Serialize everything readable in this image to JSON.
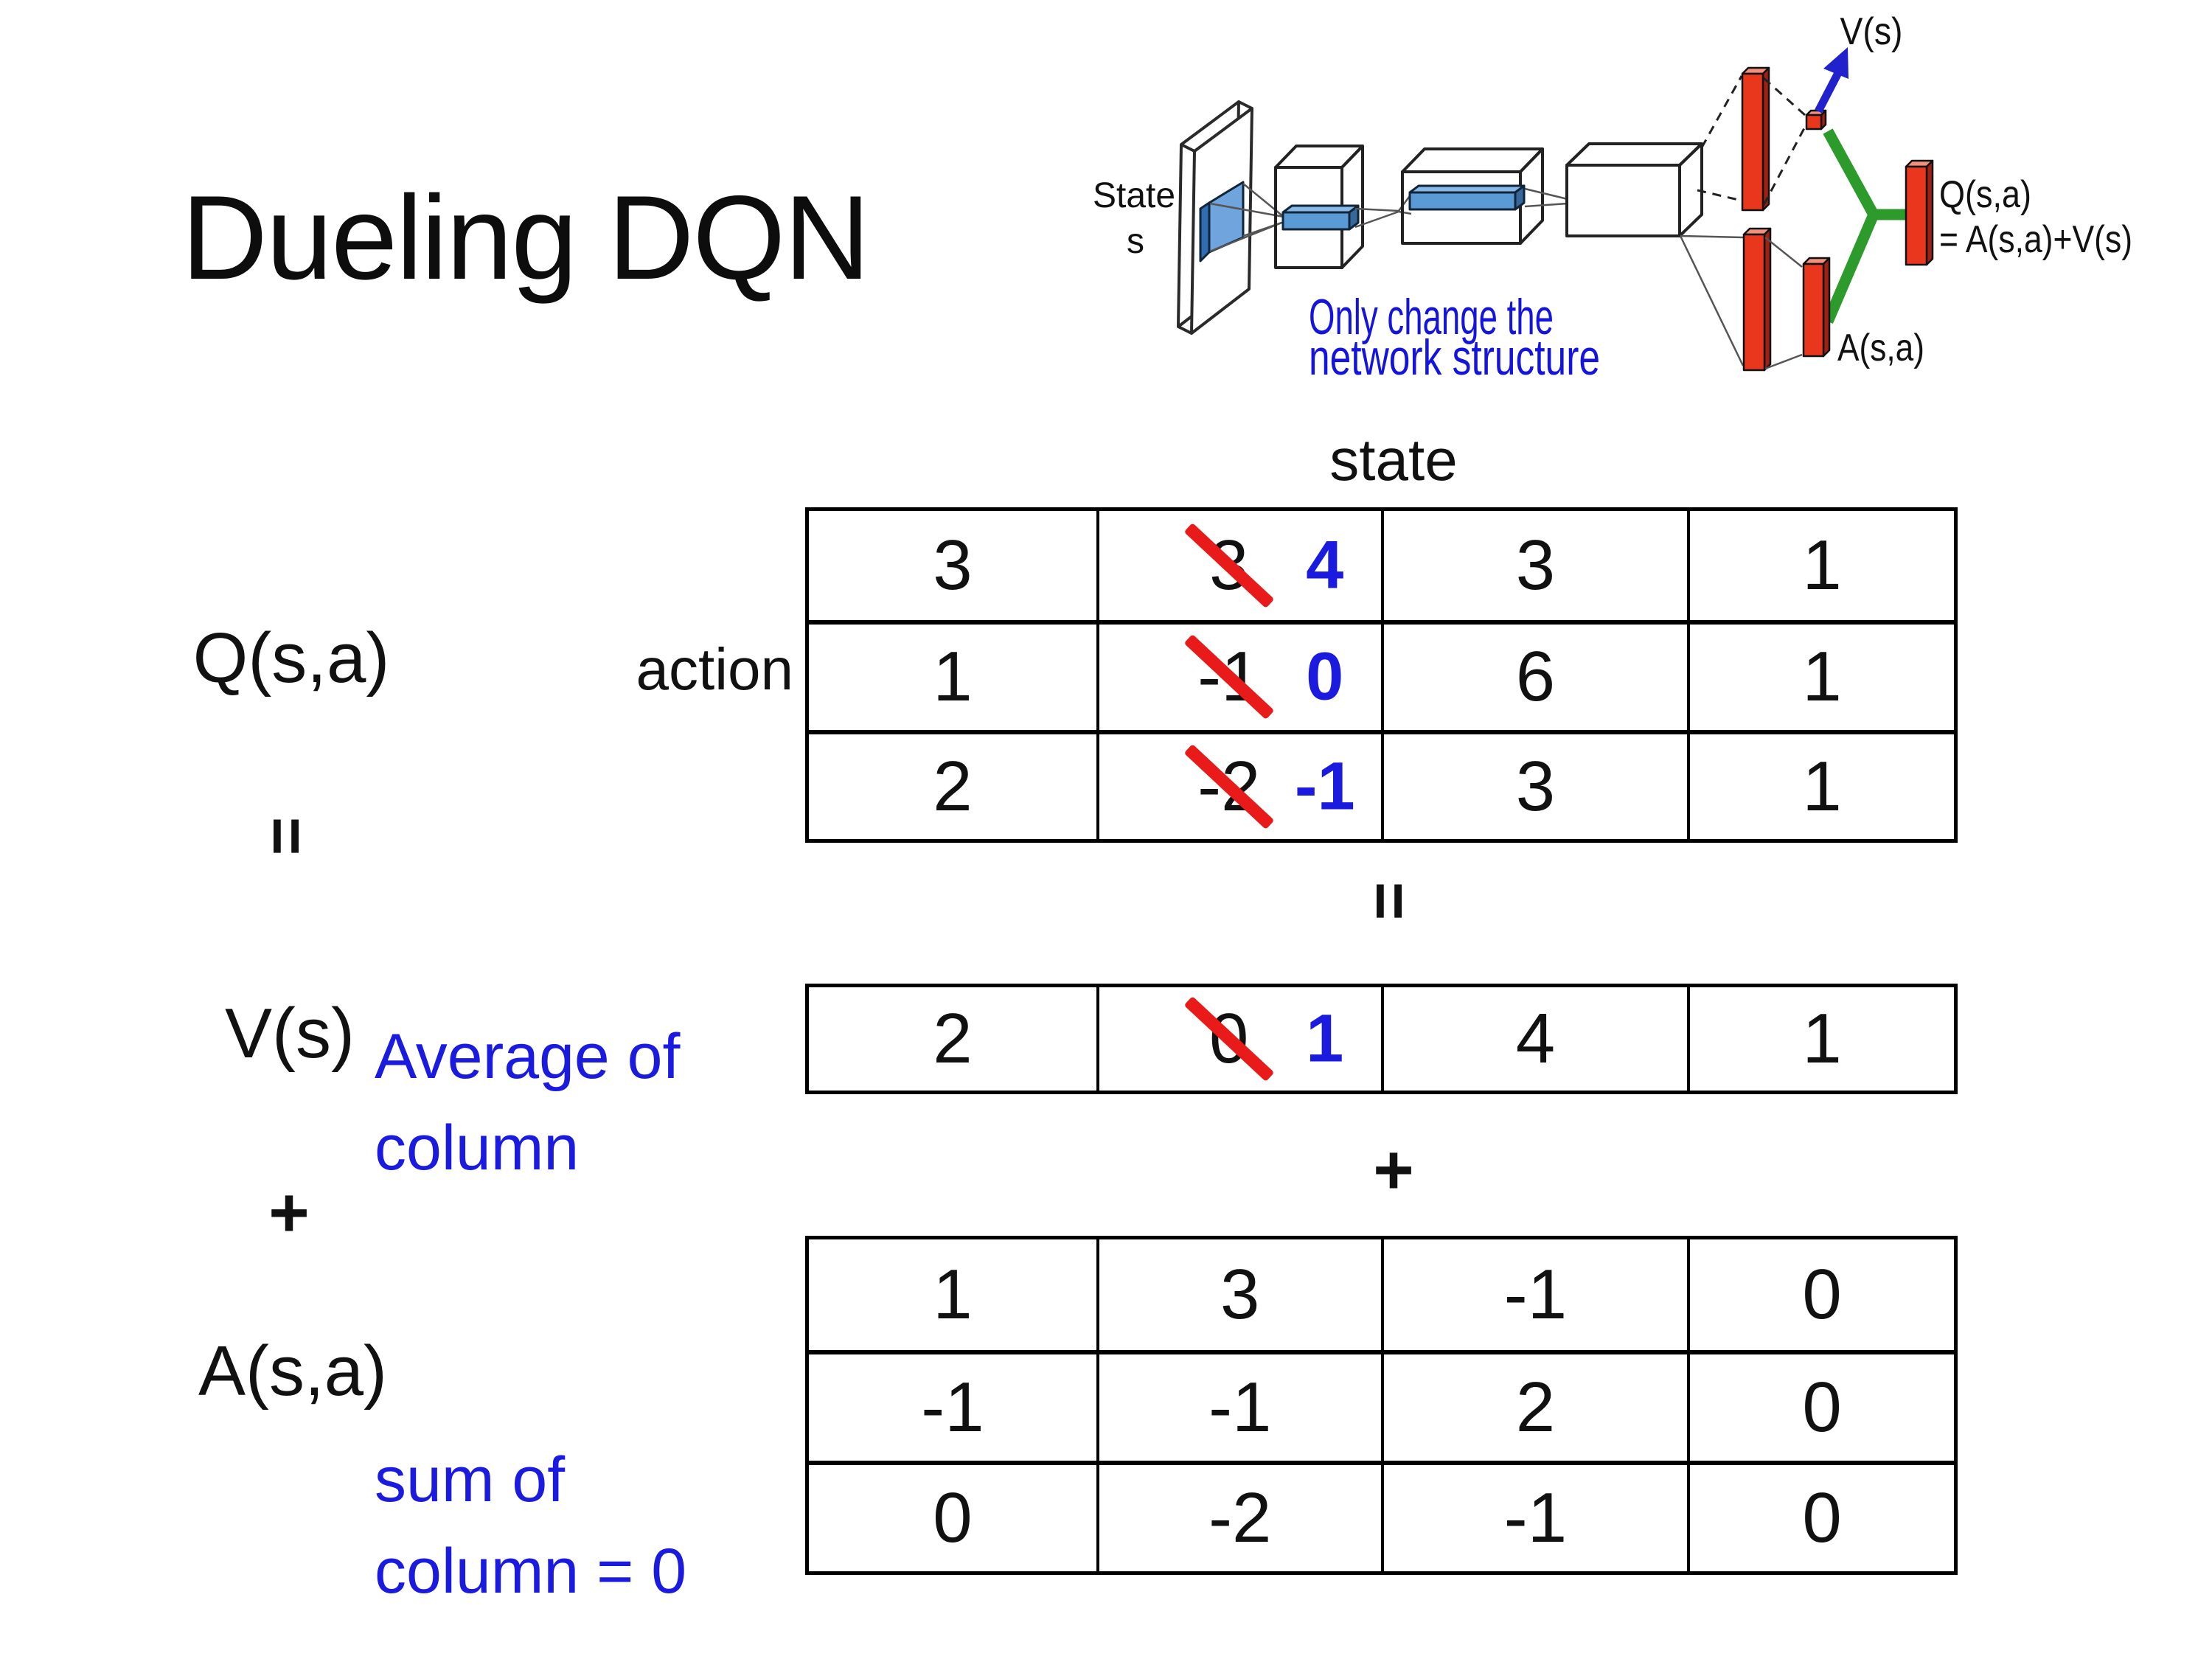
{
  "title": "Dueling DQN",
  "colors": {
    "text_black": "#111111",
    "accent_blue": "#1b1be0",
    "strike_red": "#e81a1a",
    "bar_red": "#e8371d",
    "bar_red_dark": "#a02113",
    "bar_red_light": "#f2907c",
    "connector_green": "#2d9b2b",
    "arrow_blue": "#2222cc",
    "conv_blue": "#5b9bd5",
    "conv_blue_light": "#8ab9e8",
    "conv_blue_dark": "#36689c"
  },
  "diagram": {
    "state_label_line1": "State",
    "state_label_line2": "s",
    "note_line1": "Only change the",
    "note_line2": "network structure",
    "v_output_label": "V(s)",
    "q_output_label_line1": "Q(s,a)",
    "q_output_label_line2": "= A(s,a)+V(s)",
    "a_output_label": "A(s,a)"
  },
  "equation": {
    "q_term": "Q(s,a)",
    "equals_left": "=",
    "v_term": "V(s)",
    "plus_left": "+",
    "a_term": "A(s,a)",
    "equals_mid": "=",
    "plus_mid": "+"
  },
  "headers": {
    "state": "state",
    "action": "action"
  },
  "notes": {
    "v_note_line1": "Average of",
    "v_note_line2": "column",
    "a_note_line1": "sum of",
    "a_note_line2": "column = 0"
  },
  "q_table": {
    "rows": [
      [
        "3",
        {
          "old": "3",
          "new": "4"
        },
        "3",
        "1"
      ],
      [
        "1",
        {
          "old": "-1",
          "new": "0"
        },
        "6",
        "1"
      ],
      [
        "2",
        {
          "old": "-2",
          "new": "-1"
        },
        "3",
        "1"
      ]
    ]
  },
  "v_table": {
    "rows": [
      [
        "2",
        {
          "old": "0",
          "new": "1"
        },
        "4",
        "1"
      ]
    ]
  },
  "a_table": {
    "rows": [
      [
        "1",
        "3",
        "-1",
        "0"
      ],
      [
        "-1",
        "-1",
        "2",
        "0"
      ],
      [
        "0",
        "-2",
        "-1",
        "0"
      ]
    ]
  }
}
